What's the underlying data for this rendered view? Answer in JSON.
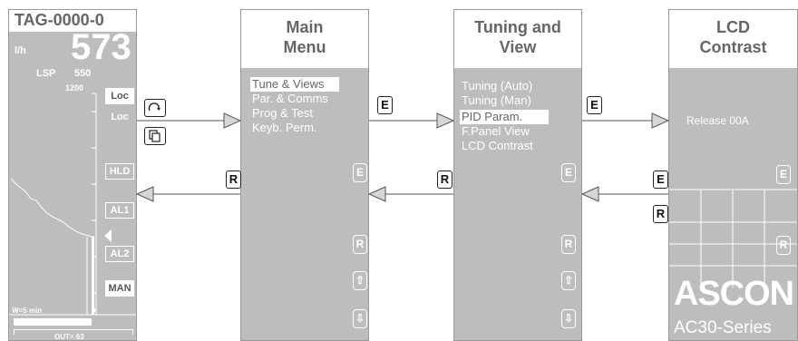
{
  "instrument": {
    "tag": "TAG-0000-0",
    "unit": "l/h",
    "pv": "573",
    "lsp_label": "LSP",
    "lsp_value": "550",
    "scale_max": "1200",
    "window_label": "W=5 min",
    "scale_min": "0",
    "out_label": "OUT= 63",
    "side_labels": [
      "Loc",
      "Loc",
      "HLD",
      "AL1",
      "AL2",
      "MAN"
    ]
  },
  "nav_icons": [
    "cycle-icon",
    "copy-icon"
  ],
  "keys": {
    "enter": "E",
    "return": "R",
    "up": "⇧",
    "down": "⇩"
  },
  "main_menu": {
    "title_line1": "Main",
    "title_line2": "Menu",
    "items": [
      "Tune & Views",
      "Par. & Comms",
      "Prog & Test",
      "Keyb. Perm."
    ],
    "selected_index": 0
  },
  "tuning_view": {
    "title_line1": "Tuning and",
    "title_line2": "View",
    "items": [
      "Tuning (Auto)",
      "Tuning (Man)",
      "PID Param.",
      "F.Panel View",
      "LCD Contrast"
    ],
    "selected_index": 2
  },
  "lcd_contrast": {
    "title_line1": "LCD",
    "title_line2": "Contrast",
    "release": "Release  00A",
    "logo": "ASCON",
    "series": "AC30-Series"
  },
  "colors": {
    "panel_bg": "#bdbdbd",
    "panel_header_text": "#666666",
    "arrow": "#c8c8c8"
  }
}
